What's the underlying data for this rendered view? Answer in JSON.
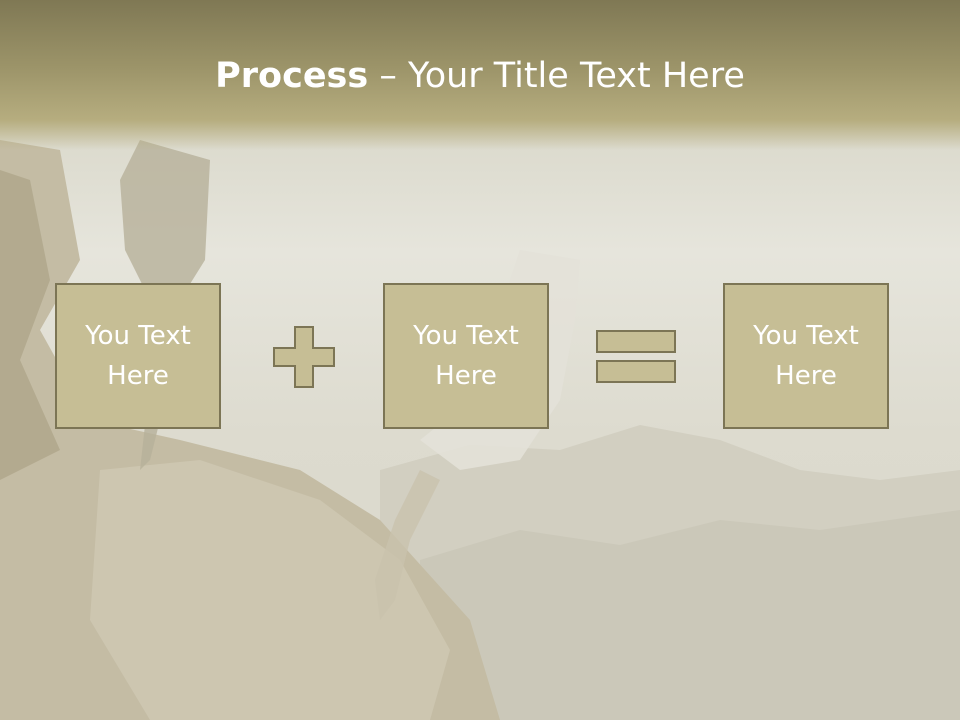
{
  "slide": {
    "title_bold": "Process",
    "title_rest": " – Your Title Text Here",
    "boxes": [
      {
        "text": "You Text Here"
      },
      {
        "text": "You Text Here"
      },
      {
        "text": "You Text Here"
      }
    ],
    "operators": [
      "plus-icon",
      "equals-icon"
    ]
  },
  "colors": {
    "header": "#9c9469",
    "box_fill": "#c6be95",
    "box_border": "#7c7555",
    "text": "#ffffff"
  }
}
